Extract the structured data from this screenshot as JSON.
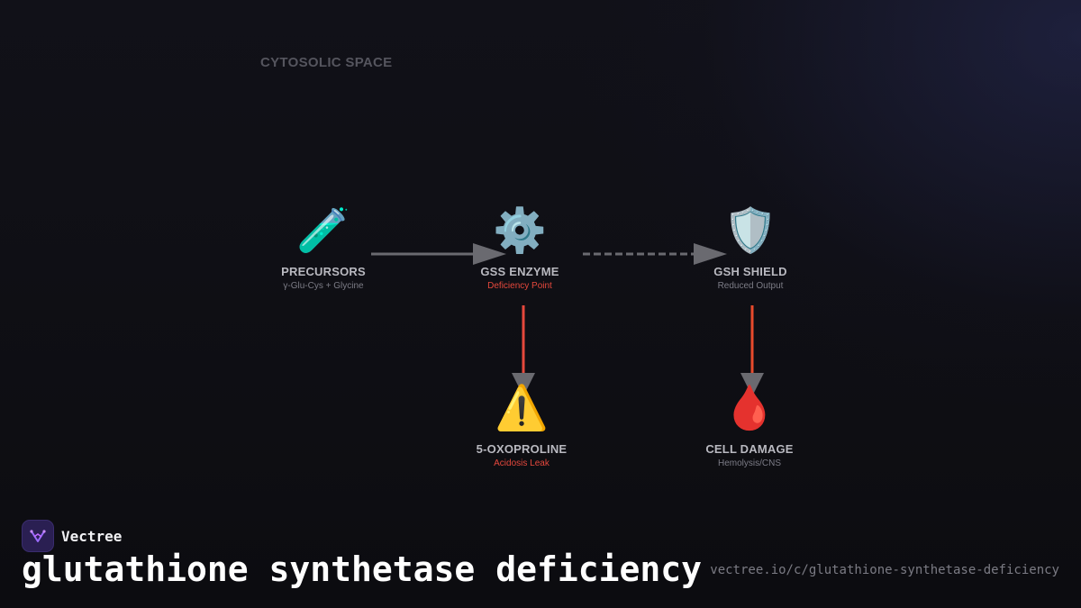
{
  "region_label": "CYTOSOLIC SPACE",
  "nodes": {
    "precursors": {
      "icon": "🧪",
      "icon_name": "test-tube-icon",
      "title": "PRECURSORS",
      "subtitle": "γ-Glu-Cys + Glycine"
    },
    "gss": {
      "icon": "⚙️",
      "icon_name": "gear-icon",
      "title": "GSS ENZYME",
      "subtitle": "Deficiency Point"
    },
    "gsh": {
      "icon": "🛡️",
      "icon_name": "shield-icon",
      "title": "GSH SHIELD",
      "subtitle": "Reduced Output"
    },
    "oxoproline": {
      "icon": "⚠️",
      "icon_name": "warning-icon",
      "title": "5-OXOPROLINE",
      "subtitle": "Acidosis Leak"
    },
    "cell_damage": {
      "icon": "🩸",
      "icon_name": "blood-drop-icon",
      "title": "CELL DAMAGE",
      "subtitle": "Hemolysis/CNS"
    }
  },
  "edges": [
    {
      "from": "precursors",
      "to": "gss",
      "style": "solid"
    },
    {
      "from": "gss",
      "to": "gsh",
      "style": "dashed"
    },
    {
      "from": "gss",
      "to": "oxoproline",
      "style": "solid-red"
    },
    {
      "from": "gsh",
      "to": "cell_damage",
      "style": "solid-red"
    }
  ],
  "colors": {
    "alert": "#e5483c",
    "edge_neutral": "#6a6a70",
    "edge_red": "#e5483c",
    "background": "#0f0f14"
  },
  "brand": {
    "name": "Vectree",
    "logo_icon": "vectree-logo-icon"
  },
  "title": "glutathione synthetase deficiency",
  "url": "vectree.io/c/glutathione-synthetase-deficiency"
}
